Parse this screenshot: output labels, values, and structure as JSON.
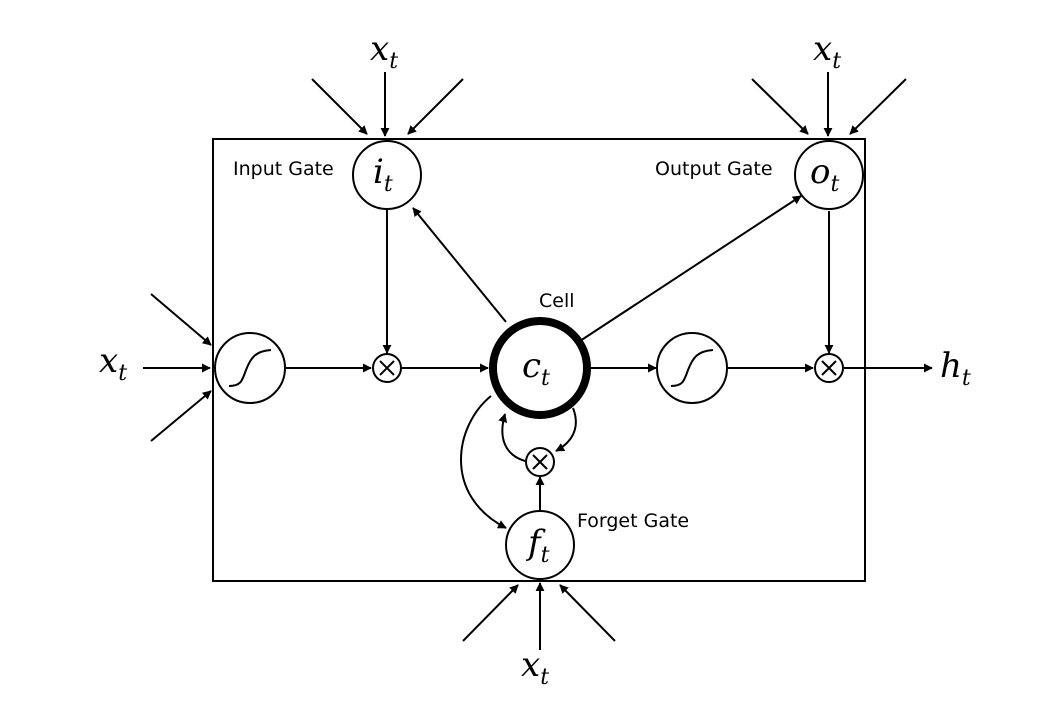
{
  "labels": {
    "input_gate": "Input Gate",
    "output_gate": "Output Gate",
    "cell": "Cell",
    "forget_gate": "Forget Gate"
  },
  "symbols": {
    "x_main": "x",
    "x_sub": "t",
    "i_main": "i",
    "i_sub": "t",
    "o_main": "o",
    "o_sub": "t",
    "c_main": "c",
    "c_sub": "t",
    "f_main": "f",
    "f_sub": "t",
    "h_main": "h",
    "h_sub": "t"
  }
}
